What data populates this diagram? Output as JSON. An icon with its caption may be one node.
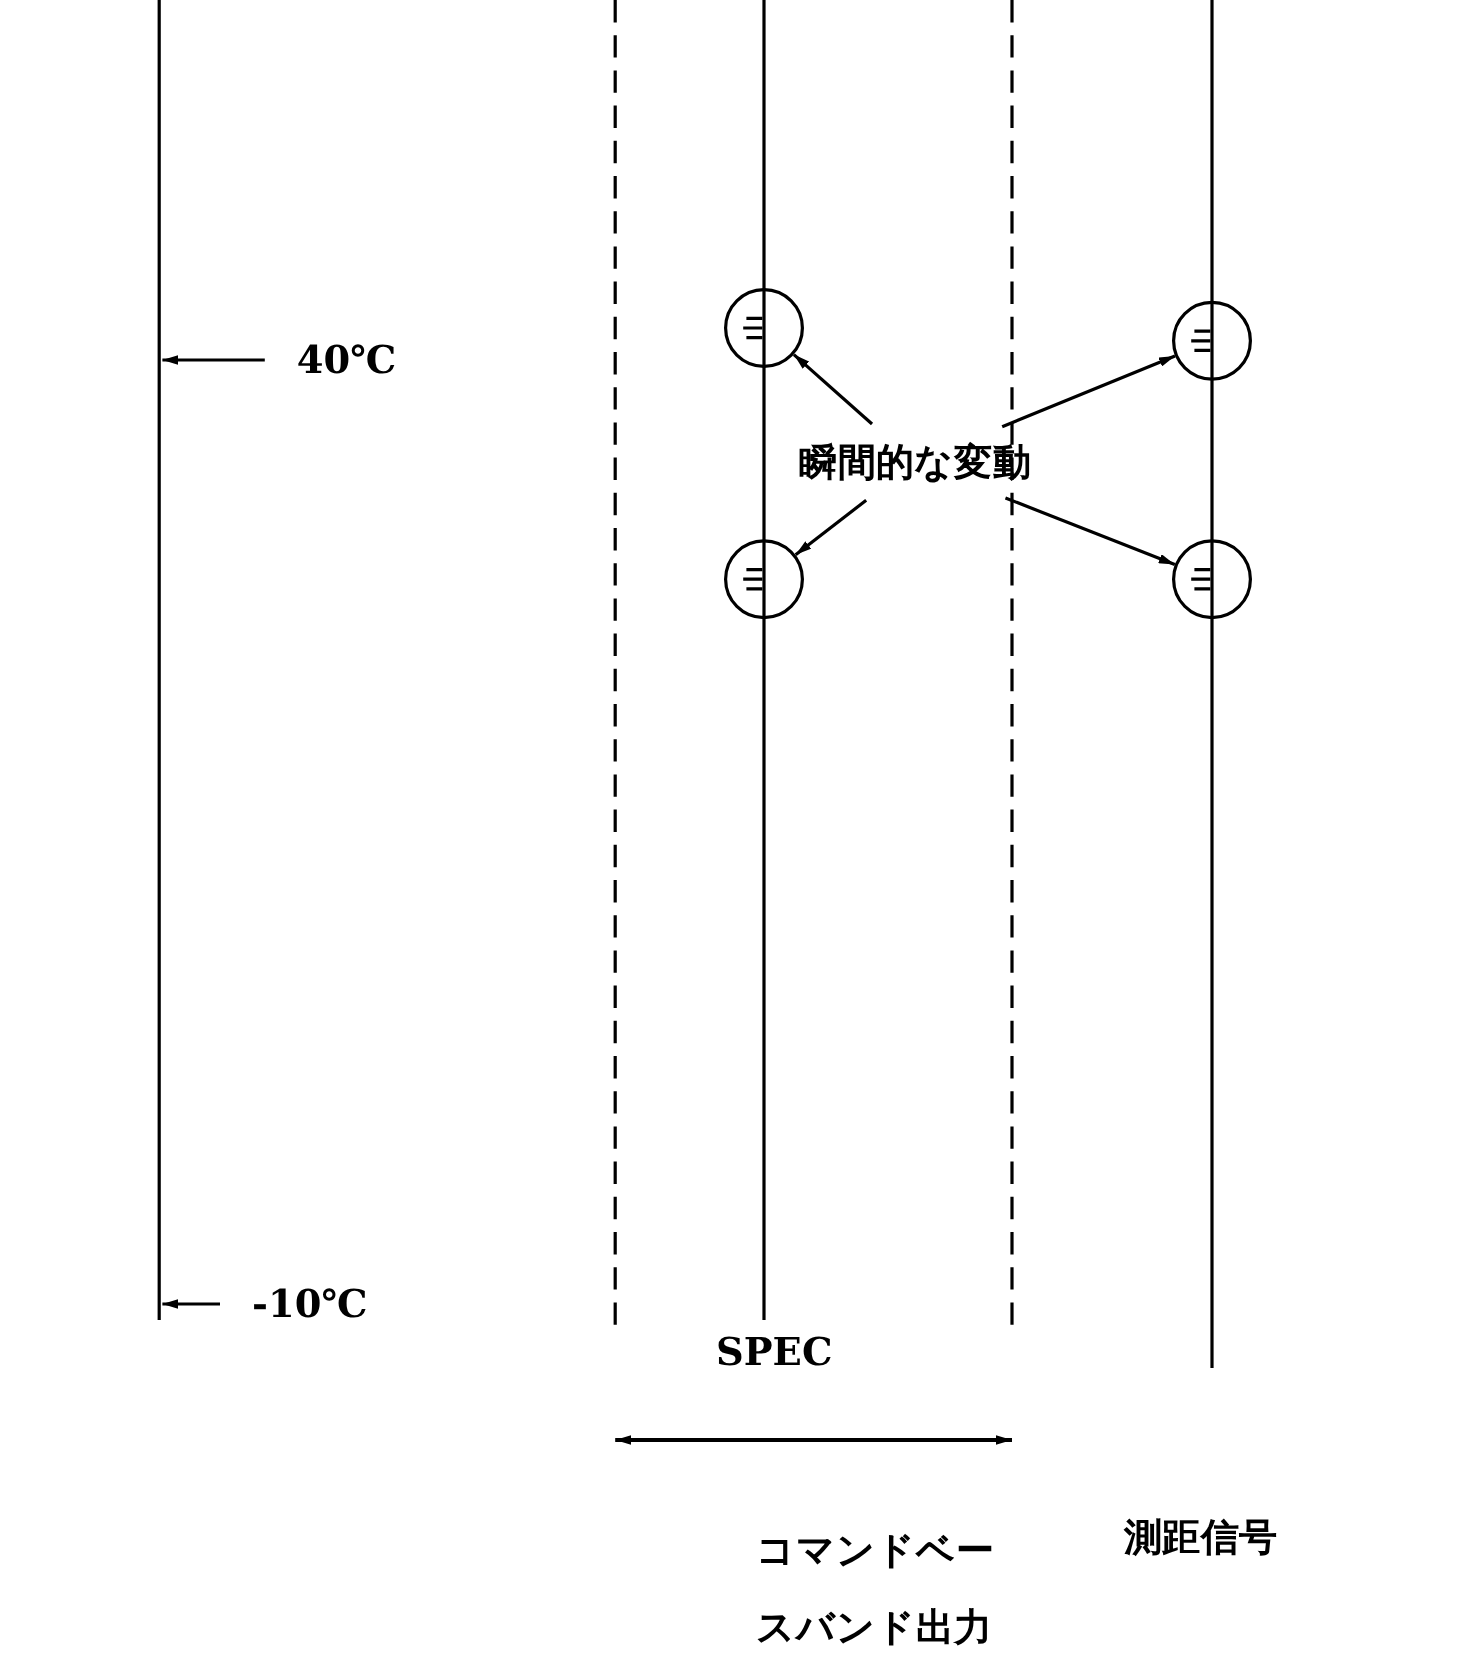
{
  "diagram": {
    "nodes": [
      {
        "text": [
          "瞬間的な変動"
        ]
      },
      {
        "text": [],
        "shape": "circle"
      },
      {
        "text": [],
        "shape": "circle"
      },
      {
        "text": [],
        "shape": "circle"
      },
      {
        "text": [],
        "shape": "circle"
      },
      {
        "text": [
          "40℃"
        ]
      },
      {
        "text": [
          "-10℃"
        ]
      }
    ],
    "edges": [
      {
        "from": 0,
        "to": 1,
        "arrow": "to"
      },
      {
        "from": 0,
        "to": 2,
        "arrow": "to"
      },
      {
        "from": 0,
        "to": 3,
        "arrow": "to"
      },
      {
        "from": 0,
        "to": 4,
        "arrow": "to"
      },
      {
        "from": 5,
        "to": null,
        "arrow": "to"
      },
      {
        "from": 6,
        "to": null,
        "arrow": "to"
      }
    ],
    "labels": [
      "SPEC",
      "コマンドベースバンド出力",
      "測距信号"
    ]
  }
}
